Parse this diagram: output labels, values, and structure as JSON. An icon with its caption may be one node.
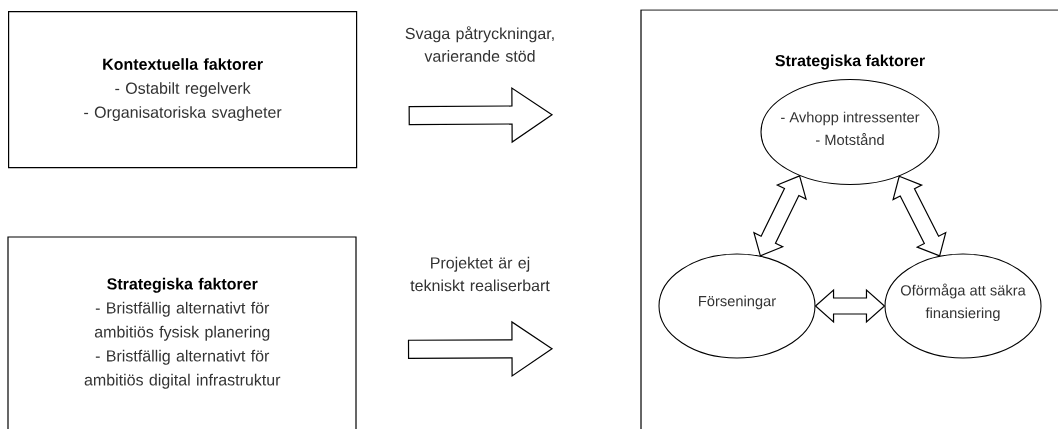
{
  "diagram": {
    "nodes": [
      {
        "text": [
          "Kontextuella faktorer",
          "- Ostabilt regelverk",
          "- Organisatoriska svagheter"
        ]
      },
      {
        "text": [
          "Strategiska faktorer",
          "- Bristfällig alternativt för ambitiös fysisk planering",
          "- Bristfällig alternativt för ambitiös digital infrastruktur"
        ]
      },
      {
        "text": [
          "Strategiska faktorer"
        ]
      },
      {
        "text": [
          "- Avhopp intressenter",
          "- Motstånd"
        ],
        "in": 2
      },
      {
        "text": [
          "Förseningar"
        ],
        "in": 2
      },
      {
        "text": [
          "Oförmåga att säkra finansiering"
        ],
        "in": 2
      }
    ],
    "edges": [
      {
        "from": 0,
        "to": 2,
        "arrow": "to",
        "label": "Svaga påtryckningar, varierande stöd"
      },
      {
        "from": 1,
        "to": 2,
        "arrow": "to",
        "label": "Projektet är ej tekniskt realiserbart"
      },
      {
        "from": 3,
        "to": 4,
        "arrow": "both"
      },
      {
        "from": 3,
        "to": 5,
        "arrow": "both"
      },
      {
        "from": 4,
        "to": 5,
        "arrow": "both"
      }
    ]
  }
}
